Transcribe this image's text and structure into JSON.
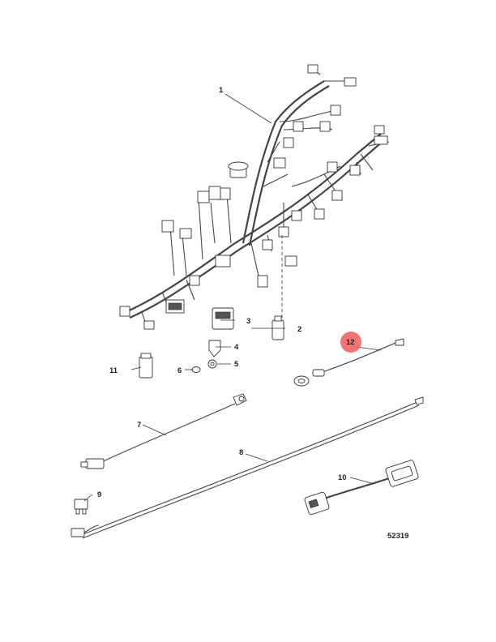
{
  "diagram": {
    "figure_number": "52319",
    "callouts": [
      {
        "id": "1",
        "label": "1"
      },
      {
        "id": "2",
        "label": "2"
      },
      {
        "id": "3",
        "label": "3"
      },
      {
        "id": "4",
        "label": "4"
      },
      {
        "id": "5",
        "label": "5"
      },
      {
        "id": "6",
        "label": "6"
      },
      {
        "id": "7",
        "label": "7"
      },
      {
        "id": "8",
        "label": "8"
      },
      {
        "id": "9",
        "label": "9"
      },
      {
        "id": "10",
        "label": "10"
      },
      {
        "id": "11",
        "label": "11"
      },
      {
        "id": "12",
        "label": "12",
        "highlighted": true
      }
    ],
    "colors": {
      "highlight": "#f25c5c",
      "line": "#333333"
    }
  }
}
